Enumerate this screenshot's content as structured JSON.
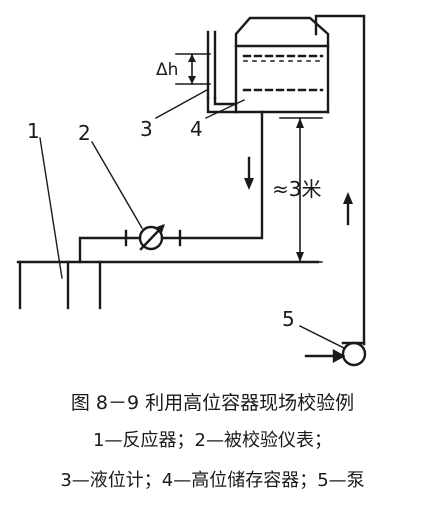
{
  "diagram": {
    "labels": {
      "n1": "1",
      "n2": "2",
      "n3": "3",
      "n4": "4",
      "n5": "5",
      "delta_h": "Δh",
      "height": "≈3米"
    }
  },
  "caption": {
    "title": "图 8－9  利用高位容器现场校验例",
    "legend_line1": "1—反应器；2—被校验仪表；",
    "legend_line2": "3—液位计；4—高位储存容器；5—泵"
  }
}
